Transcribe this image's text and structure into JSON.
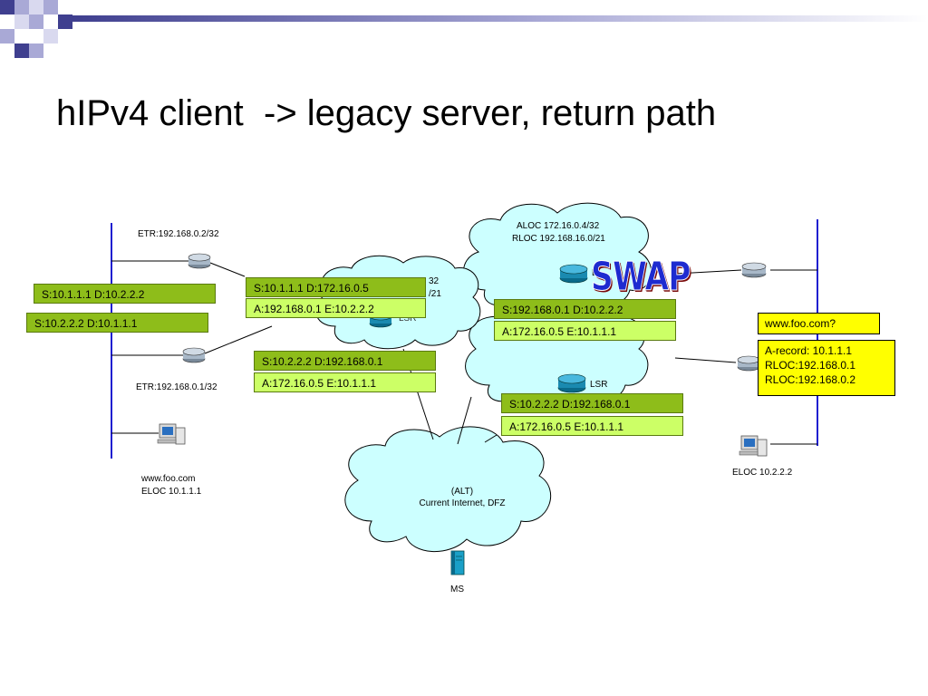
{
  "title": "hIPv4 client  -> legacy server, return path",
  "labels": {
    "etr_top": "ETR:192.168.0.2/32",
    "etr_bottom": "ETR:192.168.0.1/32",
    "client_host": "www.foo.com",
    "client_eloc": "ELOC 10.1.1.1",
    "aloc": "ALOC 172.16.0.4/32",
    "rloc": "RLOC 192.168.16.0/21",
    "lsr_right": "LSR",
    "lsr_top_partial": "L",
    "lsr_mid_partial": "LSR",
    "mid_partial_1": "32",
    "mid_partial_2": "/21",
    "alt_1": "(ALT)",
    "alt_2": "Current Internet, DFZ",
    "ms": "MS",
    "server_eloc": "ELOC 10.2.2.2",
    "swap": "SWAP"
  },
  "left_boxes": {
    "s1": "S:10.1.1.1 D:10.2.2.2",
    "s2": "S:10.2.2.2 D:10.1.1.1"
  },
  "mid_box_1": {
    "top": "S:10.1.1.1 D:172.16.0.5",
    "bottom": "A:192.168.0.1 E:10.2.2.2"
  },
  "mid_box_2": {
    "top": "S:10.2.2.2 D:192.168.0.1",
    "bottom": "A:172.16.0.5 E:10.1.1.1"
  },
  "right_box_1": {
    "top": "S:192.168.0.1 D:10.2.2.2",
    "bottom": "A:172.16.0.5 E:10.1.1.1"
  },
  "right_box_2": {
    "top": "S:10.2.2.2 D:192.168.0.1",
    "bottom": "A:172.16.0.5 E:10.1.1.1"
  },
  "dns_query": "www.foo.com?",
  "dns_answer": [
    "A-record: 10.1.1.1",
    "RLOC:192.168.0.1",
    "RLOC:192.168.0.2"
  ],
  "colors": {
    "accent_dark": "#3f3f8f",
    "accent_light": "#a9a9d6",
    "green_dark": "#8ebd1a",
    "green_light": "#ccff66",
    "yellow": "#ffff00",
    "cloud": "#ccffff",
    "swap_blue": "#1e2bd0"
  }
}
